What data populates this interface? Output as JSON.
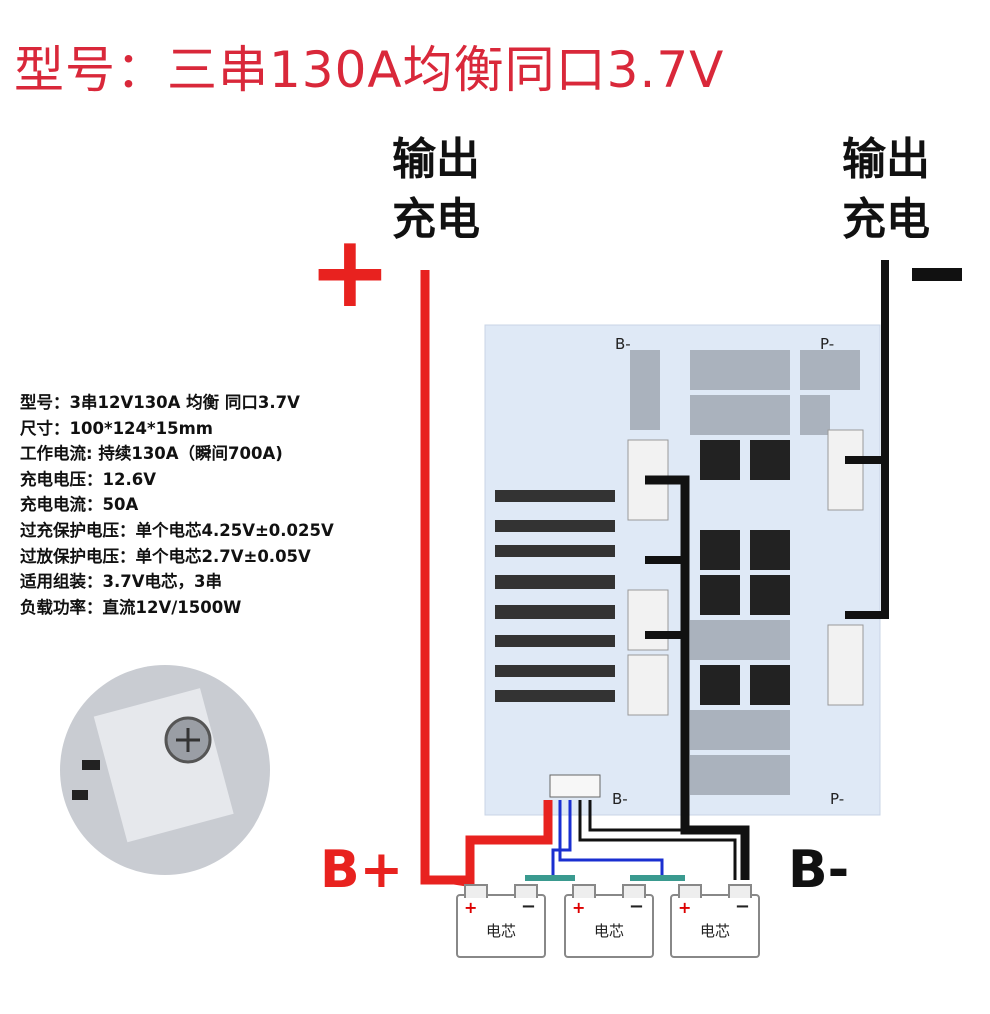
{
  "title": "型号：三串130A均衡同口3.7V",
  "output_charge_left": {
    "line1": "输出",
    "line2": "充电"
  },
  "output_charge_right": {
    "line1": "输出",
    "line2": "充电"
  },
  "plus_sign": "+",
  "specs": [
    "型号：3串12V130A 均衡 同口3.7V",
    "尺寸：100*124*15mm",
    "工作电流: 持续130A（瞬间700A)",
    "充电电压：12.6V",
    "充电电流：50A",
    "过充保护电压：单个电芯4.25V±0.025V",
    "过放保护电压：单个电芯2.7V±0.05V",
    "适用组装：3.7V电芯，3串",
    "负载功率：直流12V/1500W"
  ],
  "b_plus": "B+",
  "b_minus": "B-",
  "board_labels": {
    "b": "B-",
    "p": "P-"
  },
  "cells": [
    {
      "label": "电芯",
      "plus": "+",
      "minus": "−"
    },
    {
      "label": "电芯",
      "plus": "+",
      "minus": "−"
    },
    {
      "label": "电芯",
      "plus": "+",
      "minus": "−"
    }
  ],
  "colors": {
    "title": "#d9283a",
    "positive_wire": "#e8221f",
    "negative_wire": "#111111",
    "balance_wire": "#1a2fd0",
    "board": "#dfe9f6"
  }
}
